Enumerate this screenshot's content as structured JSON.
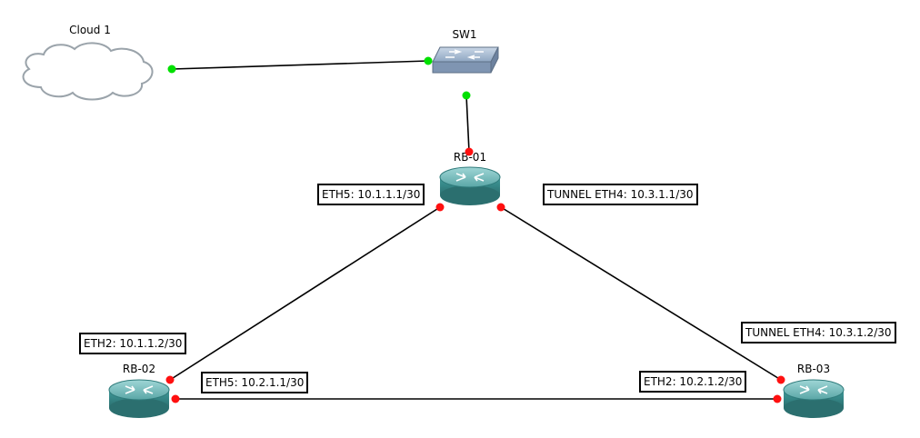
{
  "nodes": {
    "cloud1": {
      "label": "Cloud 1"
    },
    "sw1": {
      "label": "SW1"
    },
    "rb01": {
      "label": "RB-01"
    },
    "rb02": {
      "label": "RB-02"
    },
    "rb03": {
      "label": "RB-03"
    }
  },
  "interfaces": {
    "rb01_eth5": "ETH5: 10.1.1.1/30",
    "rb01_tunnel_eth4": "TUNNEL ETH4: 10.3.1.1/30",
    "rb02_eth2": "ETH2: 10.1.1.2/30",
    "rb02_eth5": "ETH5: 10.2.1.1/30",
    "rb03_tunnel_eth4": "TUNNEL ETH4: 10.3.1.2/30",
    "rb03_eth2": "ETH2: 10.2.1.2/30"
  },
  "colors": {
    "link_up": "#00e000",
    "link_down": "#ff1010",
    "router_body": "#3e8f8f",
    "router_top": "#7cc3c3",
    "switch_body": "#8ea4bf",
    "cloud_stroke": "#9aa3aa"
  }
}
